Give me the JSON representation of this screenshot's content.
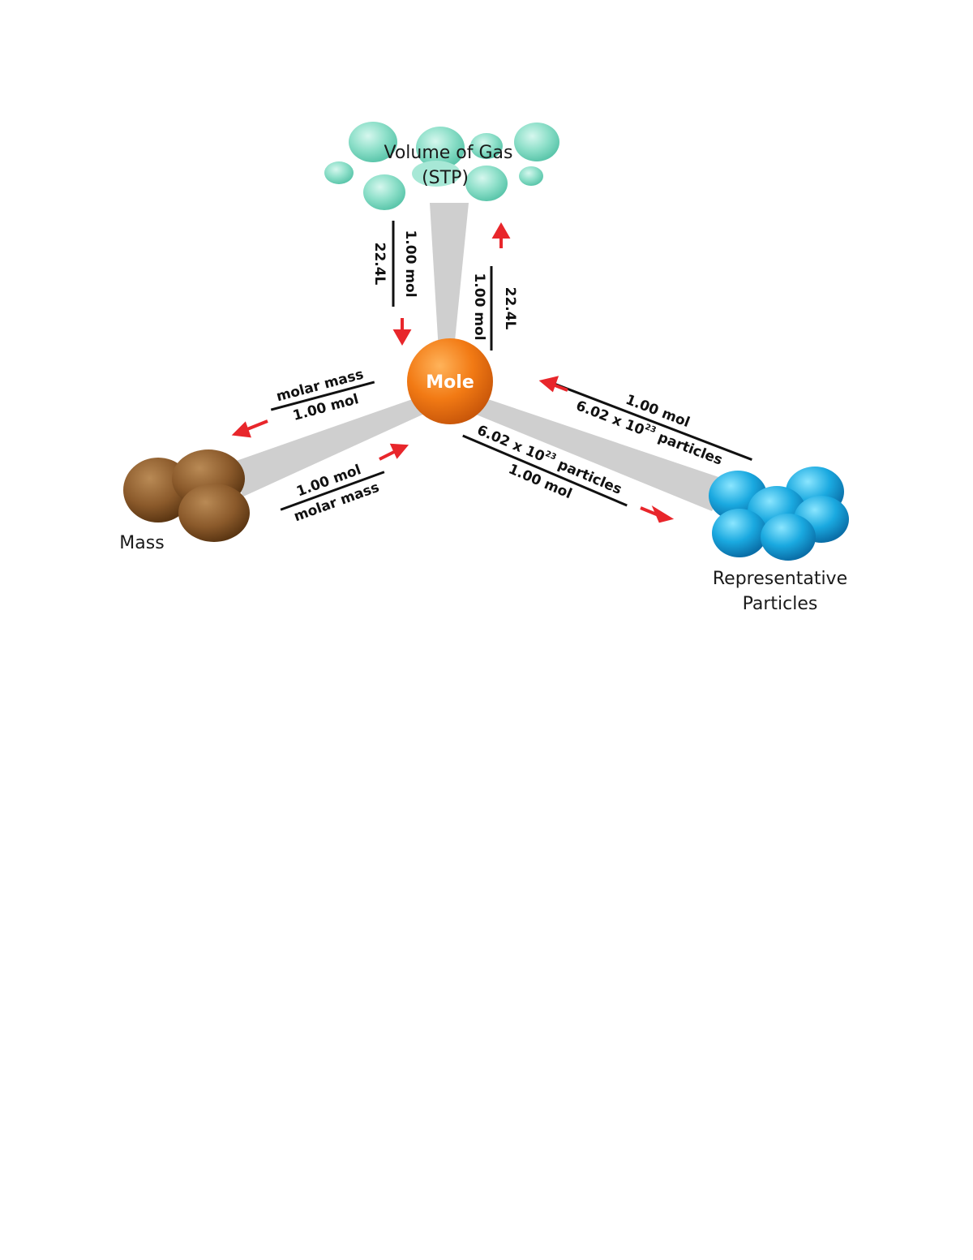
{
  "nodes": {
    "gas_line1": "Volume of Gas",
    "gas_line2": "(STP)",
    "mole": "Mole",
    "mass": "Mass",
    "particles_line1": "Representative",
    "particles_line2": "Particles"
  },
  "conversions": {
    "gas_to_mole_top": "1.00 mol",
    "gas_to_mole_bottom": "22.4L",
    "mole_to_gas_top": "22.4L",
    "mole_to_gas_bottom": "1.00 mol",
    "mole_to_mass_top": "molar mass",
    "mole_to_mass_bottom": "1.00 mol",
    "mass_to_mole_top": "1.00 mol",
    "mass_to_mole_bottom": "molar mass",
    "particles_to_mole_top": "1.00 mol",
    "particles_to_mole_bottom_base": "6.02 x 10",
    "particles_to_mole_bottom_exp": "23",
    "particles_to_mole_bottom_tail": " particles",
    "mole_to_particles_top_base": "6.02 x 10",
    "mole_to_particles_top_exp": "23",
    "mole_to_particles_top_tail": " particles",
    "mole_to_particles_bottom": "1.00 mol"
  },
  "colors": {
    "mole": "#f07a1a",
    "gas": "#86dcc6",
    "mass": "#8b5a2b",
    "particles": "#1aa3dc",
    "arrow": "#e8262b",
    "connector": "#cfcfcf"
  }
}
